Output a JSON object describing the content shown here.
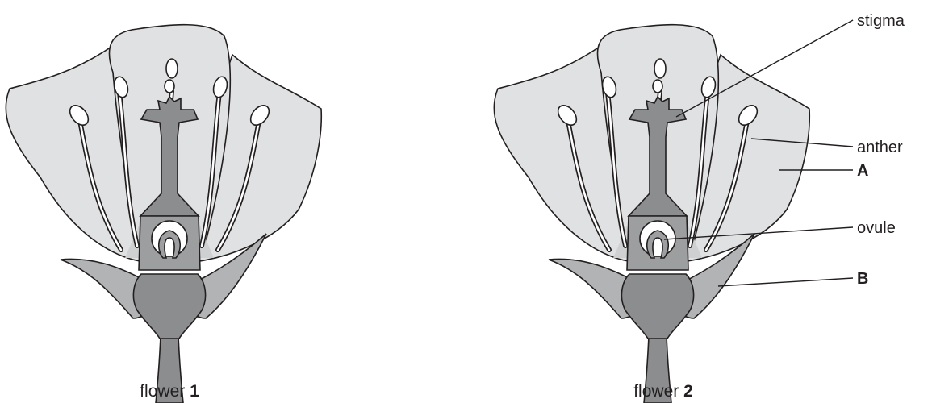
{
  "flowers": [
    {
      "caption_word": "flower",
      "caption_number": "1"
    },
    {
      "caption_word": "flower",
      "caption_number": "2"
    }
  ],
  "labels": {
    "stigma": "stigma",
    "anther": "anther",
    "A": "A",
    "ovule": "ovule",
    "B": "B"
  }
}
